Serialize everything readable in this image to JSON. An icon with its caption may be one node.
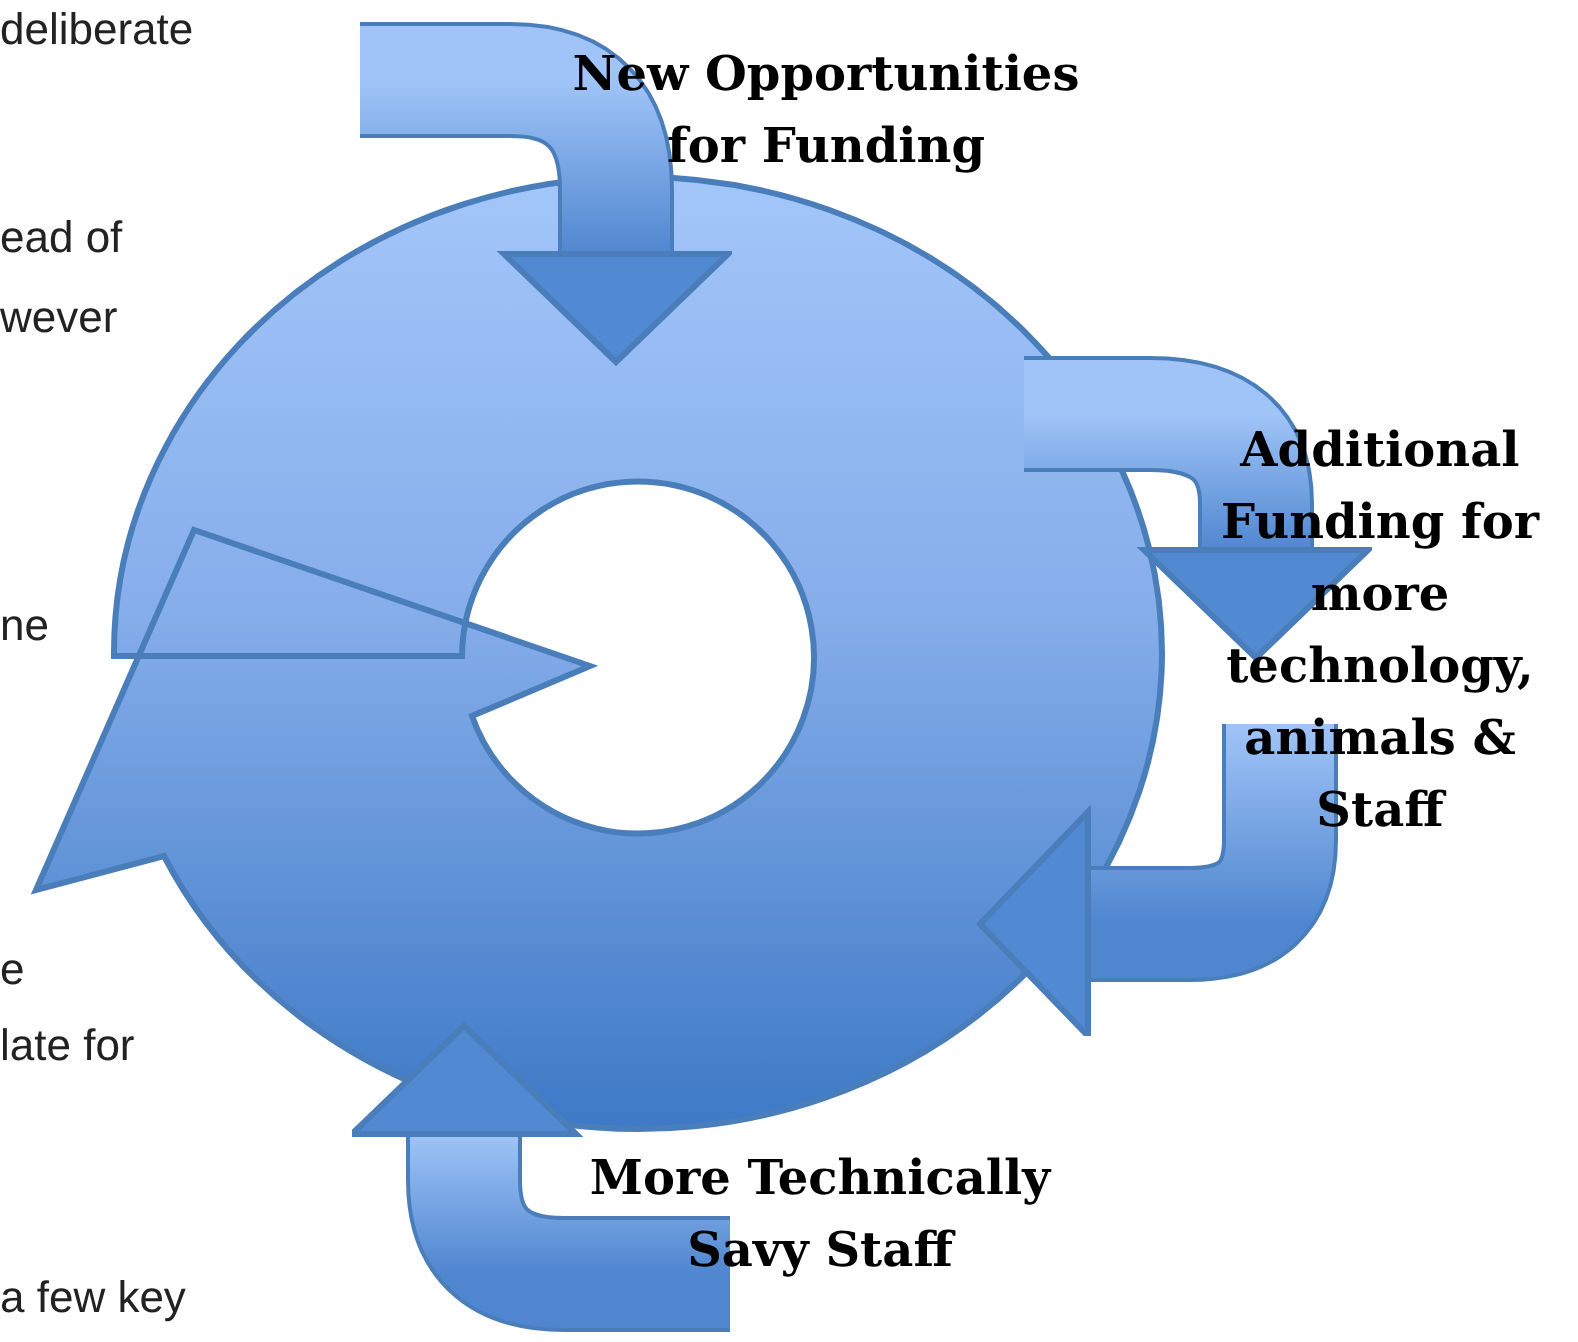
{
  "diagram": {
    "nodes": [
      {
        "text": [],
        "shape": "circle"
      },
      {
        "text": [],
        "shape": "arrow",
        "beside": [
          "New Opportunities for Funding"
        ]
      },
      {
        "text": [],
        "shape": "arrow",
        "beside": [
          "Additional Funding for more technology, animals & Staff"
        ]
      },
      {
        "text": [],
        "shape": "arrow",
        "beside": [
          "More Technically Savy Staff"
        ]
      }
    ],
    "labels": [
      "deliberate",
      "ead of",
      "wever",
      "ne",
      "e",
      "late for",
      "a few key"
    ]
  }
}
